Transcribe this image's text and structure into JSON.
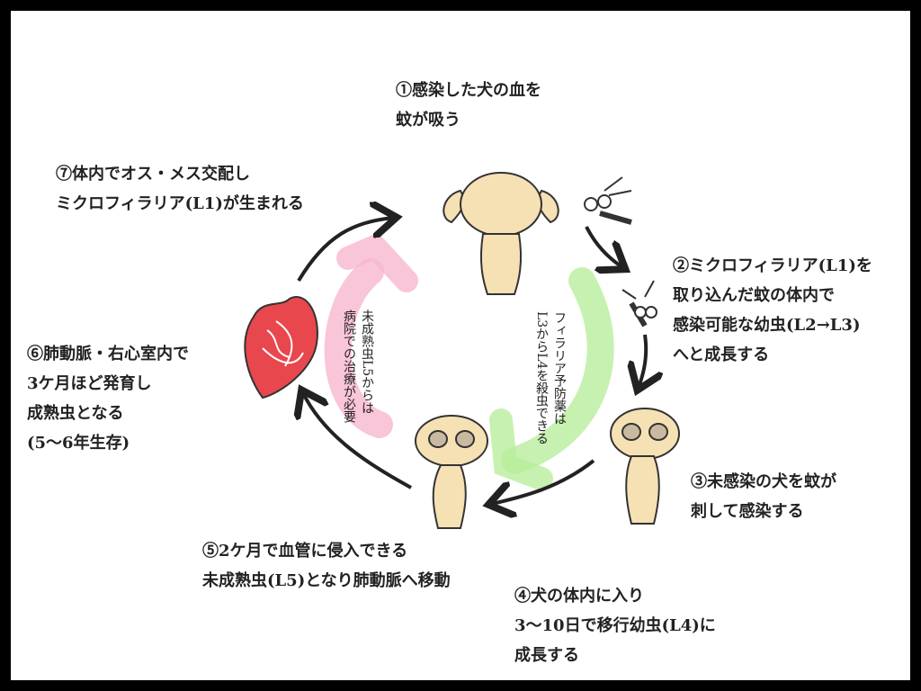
{
  "steps": {
    "s1": [
      "①感染した犬の血を",
      "蚊が吸う"
    ],
    "s2": [
      "②ミクロフィラリア(L1)を",
      "取り込んだ蚊の体内で",
      "感染可能な幼虫(L2→L3)",
      "へと成長する"
    ],
    "s3": [
      "③未感染の犬を蚊が",
      "刺して感染する"
    ],
    "s4": [
      "④犬の体内に入り",
      "3～10日で移行幼虫(L4)に",
      "成長する"
    ],
    "s5": [
      "⑤2ケ月で血管に侵入できる",
      "未成熟虫(L5)となり肺動脈へ移動"
    ],
    "s6": [
      "⑥肺動脈・右心室内で",
      "3ケ月ほど発育し",
      "成熟虫となる",
      "(5～6年生存)"
    ],
    "s7": [
      "⑦体内でオス・メス交配し",
      "ミクロフィラリア(L1)が生まれる"
    ]
  },
  "notes": {
    "pink": [
      "未成熟虫L5からは",
      "病院での治療が必要"
    ],
    "green": [
      "フィラリア予防薬は",
      "L3からL4を殺虫できる"
    ]
  },
  "colors": {
    "pink": "#f7b6cf",
    "green": "#b9ee9c",
    "heart": "#e8474e",
    "dog": "#f6e1b4"
  }
}
